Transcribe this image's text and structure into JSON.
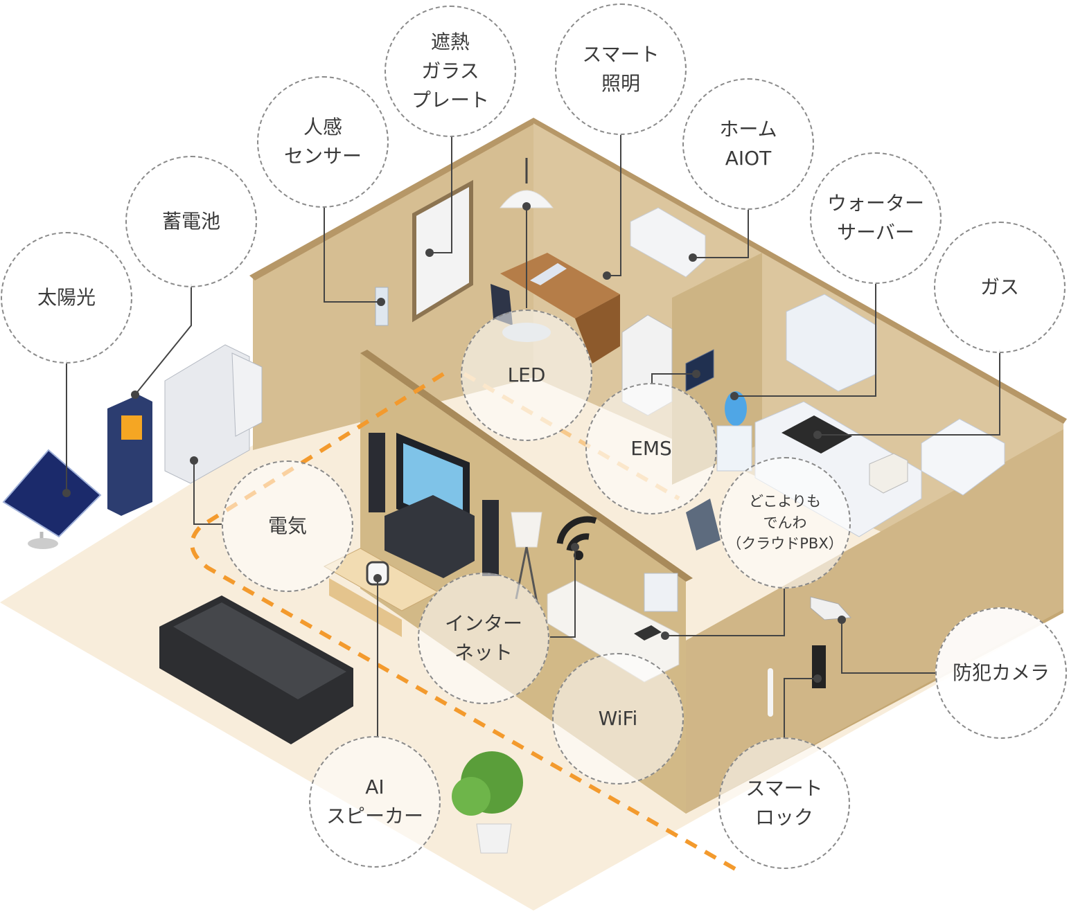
{
  "labels": {
    "solar": "太陽光",
    "battery": "蓄電池",
    "motion_sensor": "人感\nセンサー",
    "heat_glass": "遮熱\nガラス\nプレート",
    "smart_lighting": "スマート\n照明",
    "home_aiot": "ホーム\nAIOT",
    "water_server": "ウォーター\nサーバー",
    "gas": "ガス",
    "led": "LED",
    "ems": "EMS",
    "electricity": "電気",
    "dokoyorimo": "どこよりも\nでんわ\n（クラウドPBX）",
    "internet": "インター\nネット",
    "wifi": "WiFi",
    "ai_speaker": "AI\nスピーカー",
    "security_camera": "防犯カメラ",
    "smart_lock": "スマート\nロック"
  },
  "colors": {
    "floor": "#f7ecd9",
    "wall_inner": "#d9c39a",
    "wall_dark": "#a98a5e",
    "dash_line": "#f39a2d",
    "connector": "#444444",
    "bubble_border": "#8a8a8a"
  }
}
